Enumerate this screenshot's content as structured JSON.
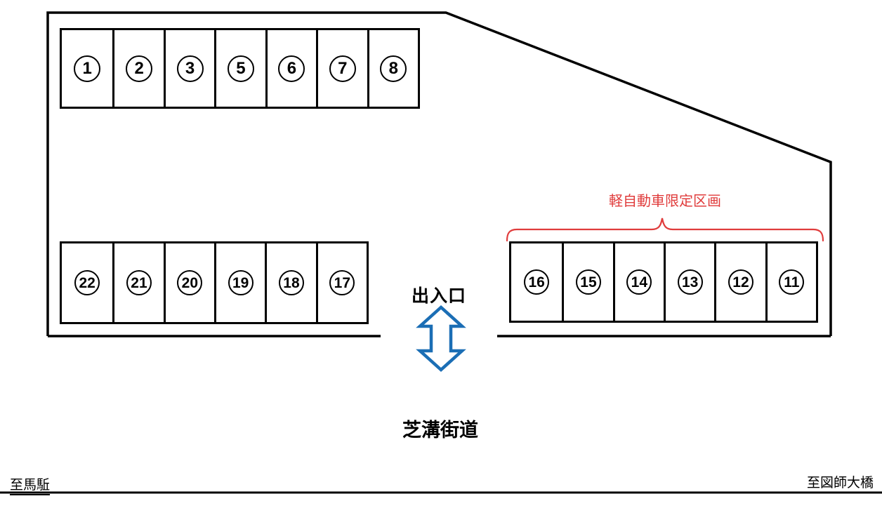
{
  "diagram": {
    "rows": {
      "top": [
        "1",
        "2",
        "3",
        "5",
        "6",
        "7",
        "8"
      ],
      "bottom_left": [
        "22",
        "21",
        "20",
        "19",
        "18",
        "17"
      ],
      "bottom_right": [
        "16",
        "15",
        "14",
        "13",
        "12",
        "11"
      ]
    },
    "labels": {
      "kei_section": "軽自動車限定区画",
      "entrance": "出入口",
      "road_name": "芝溝街道",
      "dest_left": "至馬駈",
      "dest_right": "至図師大橋"
    },
    "colors": {
      "line_black": "#000000",
      "kei_red": "#e03c3c",
      "arrow_blue": "#1b6eb5"
    }
  }
}
